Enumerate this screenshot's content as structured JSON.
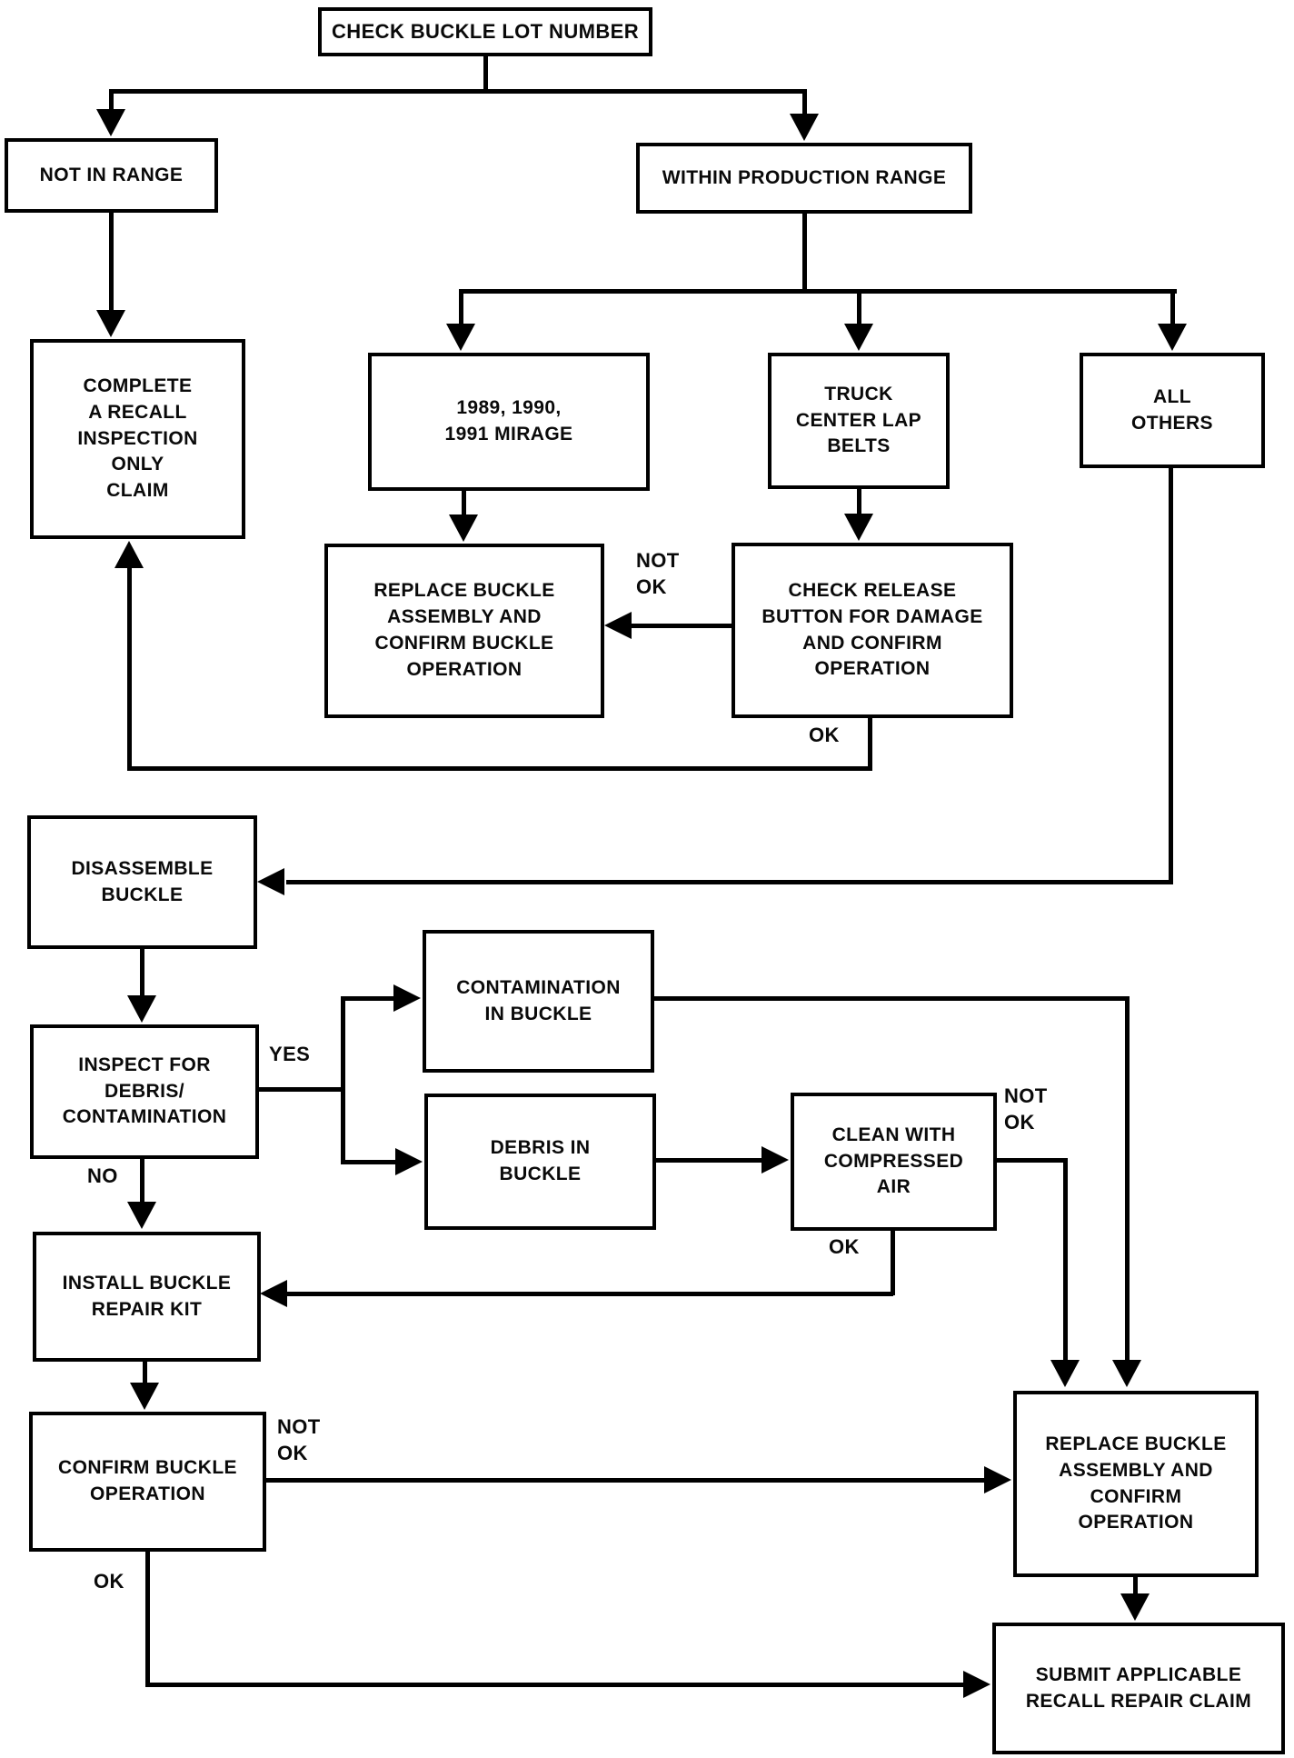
{
  "diagram": {
    "type": "flowchart",
    "colors": {
      "line": "#000000",
      "background": "#ffffff",
      "text": "#0a0a0a"
    },
    "nodes": {
      "check_lot": {
        "label": "CHECK BUCKLE LOT NUMBER"
      },
      "not_in_range": {
        "label": "NOT IN RANGE"
      },
      "within_range": {
        "label": "WITHIN PRODUCTION RANGE"
      },
      "complete_claim": {
        "label": "COMPLETE\nA RECALL\nINSPECTION\nONLY\nCLAIM"
      },
      "mirage": {
        "label": "1989, 1990,\n1991 MIRAGE"
      },
      "truck": {
        "label": "TRUCK\nCENTER LAP\nBELTS"
      },
      "all_others": {
        "label": "ALL\nOTHERS"
      },
      "replace_buckle_1": {
        "label": "REPLACE BUCKLE\nASSEMBLY AND\nCONFIRM BUCKLE\nOPERATION"
      },
      "check_release": {
        "label": "CHECK RELEASE\nBUTTON FOR DAMAGE\nAND CONFIRM\nOPERATION"
      },
      "disassemble": {
        "label": "DISASSEMBLE\nBUCKLE"
      },
      "inspect": {
        "label": "INSPECT FOR\nDEBRIS/\nCONTAMINATION"
      },
      "contamination": {
        "label": "CONTAMINATION\nIN BUCKLE"
      },
      "debris": {
        "label": "DEBRIS IN\nBUCKLE"
      },
      "clean": {
        "label": "CLEAN WITH\nCOMPRESSED\nAIR"
      },
      "install_kit": {
        "label": "INSTALL BUCKLE\nREPAIR KIT"
      },
      "confirm_op": {
        "label": "CONFIRM BUCKLE\nOPERATION"
      },
      "replace_buckle_2": {
        "label": "REPLACE BUCKLE\nASSEMBLY AND\nCONFIRM\nOPERATION"
      },
      "submit_claim": {
        "label": "SUBMIT APPLICABLE\nRECALL REPAIR CLAIM"
      }
    },
    "edge_labels": {
      "check_release_not_ok": "NOT\nOK",
      "check_release_ok": "OK",
      "inspect_yes": "YES",
      "inspect_no": "NO",
      "clean_not_ok": "NOT\nOK",
      "clean_ok": "OK",
      "confirm_not_ok": "NOT\nOK",
      "confirm_ok": "OK"
    }
  }
}
